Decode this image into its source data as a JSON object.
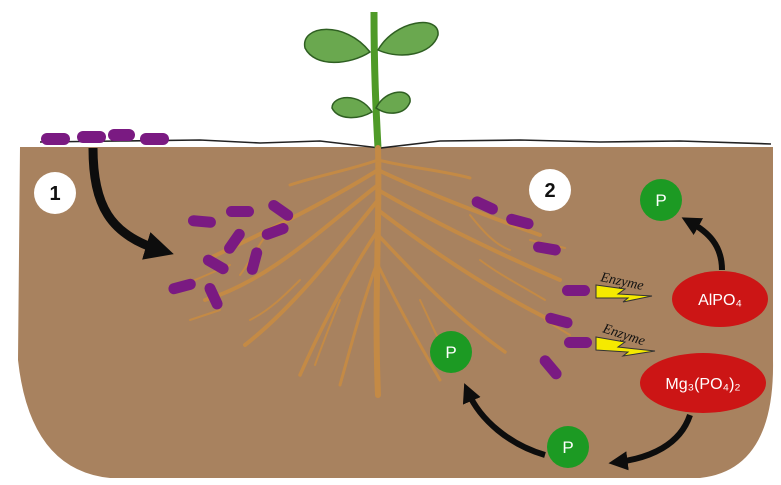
{
  "steps": {
    "step1": "1",
    "step2": "2"
  },
  "enzymes": {
    "enzyme_a": "Enzyme",
    "enzyme_b": "Enzyme"
  },
  "compounds": {
    "aluminum_phosphate": "AlPO₄",
    "magnesium_phosphate": "Mg₃(PO₄)₂"
  },
  "phosphate": {
    "p_top": "P",
    "p_left": "P",
    "p_bottom": "P"
  },
  "colors": {
    "soil": "#a8825f",
    "root": "#c48a45",
    "bacteria": "#7a1a82",
    "phosphate": "#1c9a23",
    "compound": "#cc1515",
    "enzyme_bolt": "#f5ea00",
    "leaf": "#6aa84f"
  }
}
